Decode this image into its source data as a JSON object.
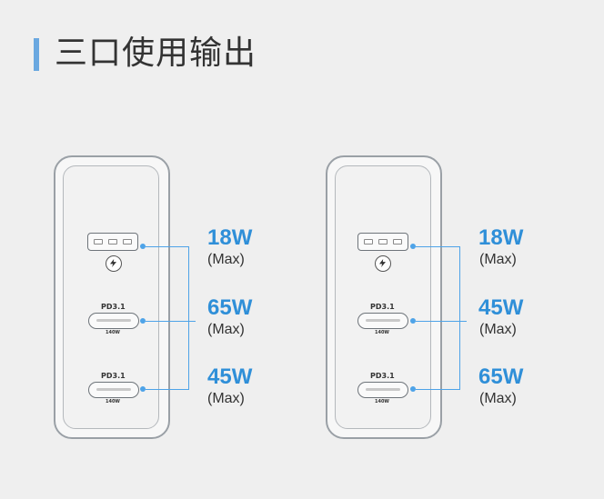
{
  "header": {
    "title": "三口使用输出"
  },
  "ports": {
    "pd_label": "PD3.1",
    "c_watt_label": "140W"
  },
  "configs": [
    {
      "outputs": [
        {
          "watt": "18W",
          "note": "(Max)"
        },
        {
          "watt": "65W",
          "note": "(Max)"
        },
        {
          "watt": "45W",
          "note": "(Max)"
        }
      ]
    },
    {
      "outputs": [
        {
          "watt": "18W",
          "note": "(Max)"
        },
        {
          "watt": "45W",
          "note": "(Max)"
        },
        {
          "watt": "65W",
          "note": "(Max)"
        }
      ]
    }
  ],
  "colors": {
    "accent": "#2f8fd8",
    "title_bar": "#6aa8e0",
    "background": "#efefef"
  }
}
